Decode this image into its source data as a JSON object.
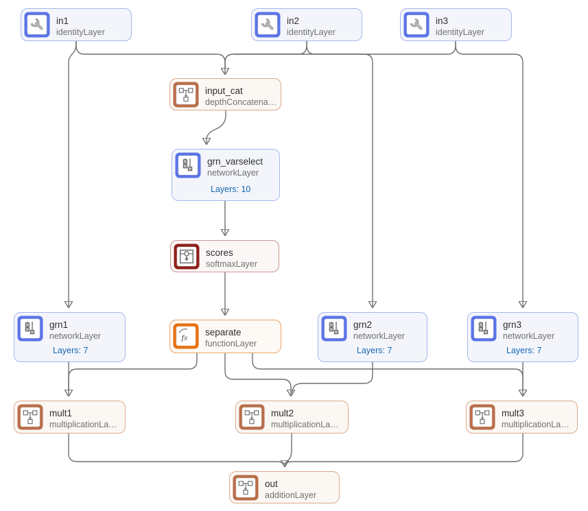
{
  "diagram": {
    "nodes": [
      {
        "id": "in1",
        "name": "in1",
        "type": "identityLayer",
        "variant": "blue",
        "icon": "wrench"
      },
      {
        "id": "in2",
        "name": "in2",
        "type": "identityLayer",
        "variant": "blue",
        "icon": "wrench"
      },
      {
        "id": "in3",
        "name": "in3",
        "type": "identityLayer",
        "variant": "blue",
        "icon": "wrench"
      },
      {
        "id": "input_cat",
        "name": "input_cat",
        "type": "depthConcatena…",
        "variant": "tan",
        "icon": "combine"
      },
      {
        "id": "grn_varselect",
        "name": "grn_varselect",
        "type": "networkLayer",
        "variant": "blue",
        "icon": "network",
        "layers_label": "Layers: 10"
      },
      {
        "id": "scores",
        "name": "scores",
        "type": "softmaxLayer",
        "variant": "red",
        "icon": "softmax"
      },
      {
        "id": "separate",
        "name": "separate",
        "type": "functionLayer",
        "variant": "orange",
        "icon": "fx"
      },
      {
        "id": "grn1",
        "name": "grn1",
        "type": "networkLayer",
        "variant": "blue",
        "icon": "network",
        "layers_label": "Layers: 7"
      },
      {
        "id": "grn2",
        "name": "grn2",
        "type": "networkLayer",
        "variant": "blue",
        "icon": "network",
        "layers_label": "Layers: 7"
      },
      {
        "id": "grn3",
        "name": "grn3",
        "type": "networkLayer",
        "variant": "blue",
        "icon": "network",
        "layers_label": "Layers: 7"
      },
      {
        "id": "mult1",
        "name": "mult1",
        "type": "multiplicationLa…",
        "variant": "tan",
        "icon": "combine"
      },
      {
        "id": "mult2",
        "name": "mult2",
        "type": "multiplicationLa…",
        "variant": "tan",
        "icon": "combine"
      },
      {
        "id": "mult3",
        "name": "mult3",
        "type": "multiplicationLa…",
        "variant": "tan",
        "icon": "combine"
      },
      {
        "id": "out",
        "name": "out",
        "type": "additionLayer",
        "variant": "tan",
        "icon": "combine"
      }
    ],
    "edges": [
      {
        "from": "in1",
        "to": "input_cat"
      },
      {
        "from": "in2",
        "to": "input_cat"
      },
      {
        "from": "in3",
        "to": "input_cat"
      },
      {
        "from": "in1",
        "to": "grn1"
      },
      {
        "from": "in2",
        "to": "grn2"
      },
      {
        "from": "in3",
        "to": "grn3"
      },
      {
        "from": "input_cat",
        "to": "grn_varselect"
      },
      {
        "from": "grn_varselect",
        "to": "scores"
      },
      {
        "from": "scores",
        "to": "separate"
      },
      {
        "from": "separate",
        "to": "mult1"
      },
      {
        "from": "grn1",
        "to": "mult1"
      },
      {
        "from": "separate",
        "to": "mult2"
      },
      {
        "from": "grn2",
        "to": "mult2"
      },
      {
        "from": "separate",
        "to": "mult3"
      },
      {
        "from": "grn3",
        "to": "mult3"
      },
      {
        "from": "mult1",
        "to": "out"
      },
      {
        "from": "mult2",
        "to": "out"
      },
      {
        "from": "mult3",
        "to": "out"
      }
    ],
    "colors": {
      "edge": "#6f6f6f",
      "arrow": "#4d4d4d",
      "layers_text": "#1467b2",
      "tile_blue": "#5b74e6",
      "tile_combine": "#b96e49",
      "tile_softmax": "#8e211a",
      "tile_fx": "#e8700d"
    }
  }
}
